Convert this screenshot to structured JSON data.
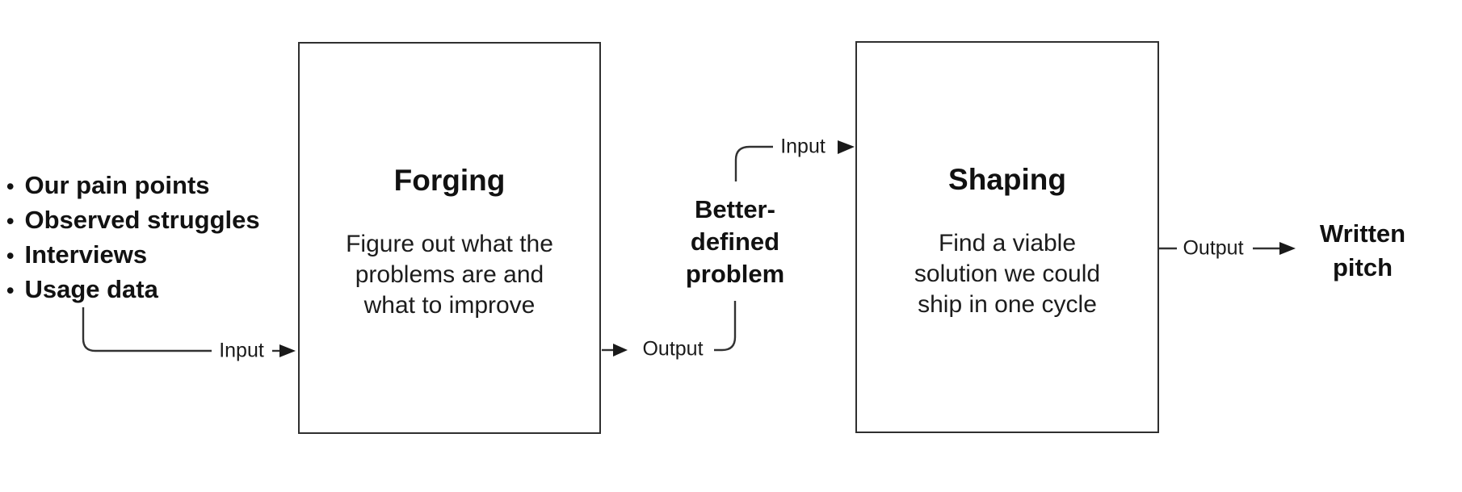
{
  "canvas": {
    "background": "#ffffff",
    "line_color": "#323232",
    "text_color": "#141414"
  },
  "inputs_list": {
    "bullet": "•",
    "items": [
      {
        "label": "Our pain points"
      },
      {
        "label": "Observed struggles"
      },
      {
        "label": "Interviews"
      },
      {
        "label": "Usage data"
      }
    ]
  },
  "forging": {
    "title": "Forging",
    "description": "Figure out what the\nproblems are and\nwhat to improve",
    "input_label": "Input",
    "output_label": "Output"
  },
  "shaping": {
    "title": "Shaping",
    "description": "Find a viable\nsolution we could\nship in one cycle",
    "input_label": "Input",
    "output_label": "Output"
  },
  "artifacts": {
    "better_defined_problem": "Better-\ndefined\nproblem",
    "written_pitch": "Written\npitch"
  }
}
